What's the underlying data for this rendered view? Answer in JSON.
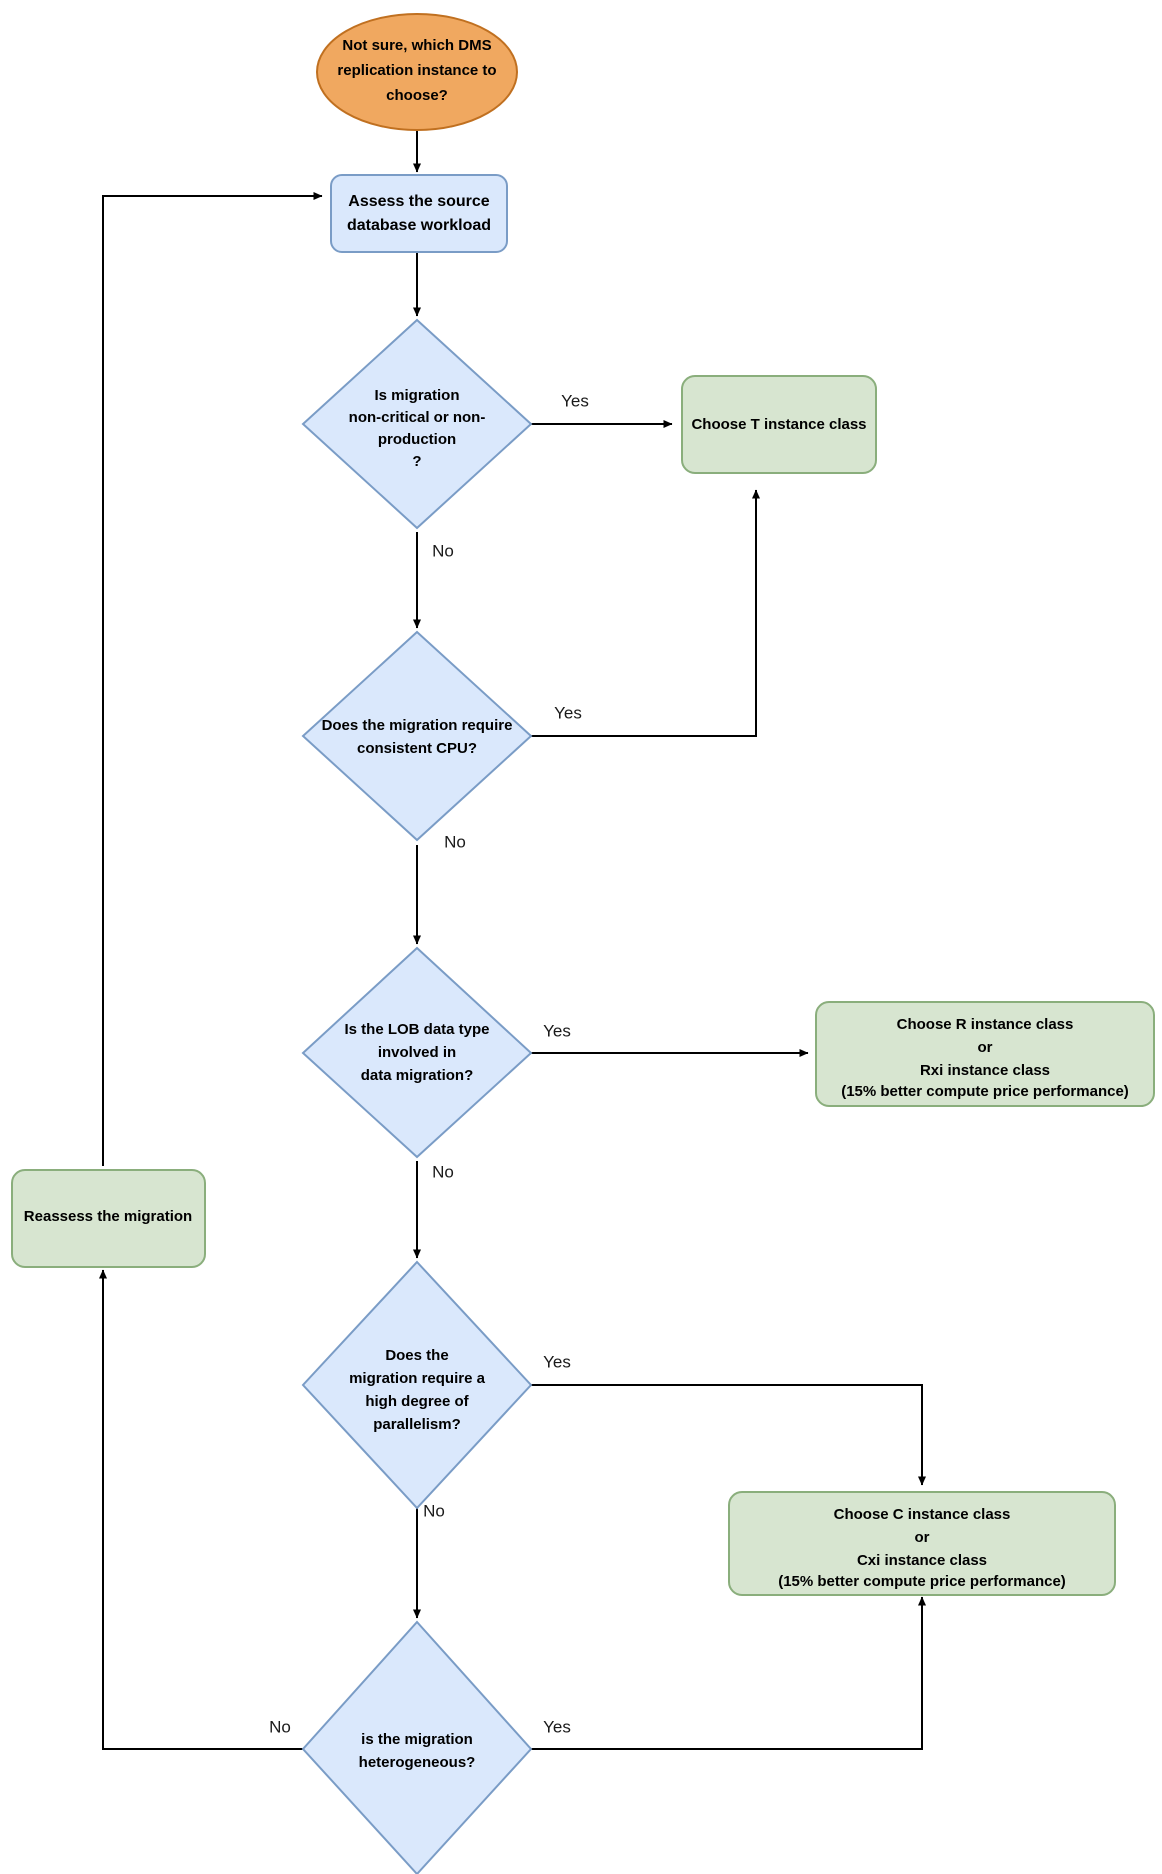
{
  "diagram": {
    "title": "DMS replication instance selection flowchart",
    "colors": {
      "start_fill": "#F0A860",
      "start_stroke": "#C07020",
      "decision_fill": "#DAE8FC",
      "decision_stroke": "#7A9CC6",
      "process_fill": "#DAE8FC",
      "process_stroke": "#7A9CC6",
      "result_fill": "#D7E5D0",
      "result_stroke": "#8AAE7C",
      "edge": "#000000",
      "background": "#FFFFFF"
    },
    "nodes": [
      {
        "id": "start",
        "type": "ellipse",
        "lines": [
          "Not sure, which DMS",
          "replication instance to",
          "choose?"
        ]
      },
      {
        "id": "assess",
        "type": "process",
        "lines": [
          "Assess the source",
          "database workload"
        ]
      },
      {
        "id": "noncritical",
        "type": "decision",
        "lines": [
          "Is migration",
          "non-critical or non-",
          "production",
          "?"
        ]
      },
      {
        "id": "choose-t",
        "type": "result",
        "lines": [
          "Choose T instance class"
        ]
      },
      {
        "id": "consistent-cpu",
        "type": "decision",
        "lines": [
          "Does the migration require",
          "consistent CPU?"
        ]
      },
      {
        "id": "lob",
        "type": "decision",
        "lines": [
          "Is the LOB data type",
          "involved in",
          "data migration?"
        ]
      },
      {
        "id": "choose-r",
        "type": "result",
        "lines": [
          "Choose R instance class",
          "or",
          "Rxi instance class",
          "(15% better compute price performance)"
        ]
      },
      {
        "id": "parallelism",
        "type": "decision",
        "lines": [
          "Does the",
          "migration require a",
          "high degree of",
          "parallelism?"
        ]
      },
      {
        "id": "choose-c",
        "type": "result",
        "lines": [
          "Choose C instance class",
          "or",
          "Cxi instance class",
          "(15% better compute price performance)"
        ]
      },
      {
        "id": "heterogeneous",
        "type": "decision",
        "lines": [
          "is the migration",
          "heterogeneous?"
        ]
      },
      {
        "id": "reassess",
        "type": "result",
        "lines": [
          "Reassess the migration"
        ]
      }
    ],
    "edges": [
      {
        "id": "e-start-assess",
        "from": "start",
        "to": "assess",
        "label": ""
      },
      {
        "id": "e-assess-noncritical",
        "from": "assess",
        "to": "noncritical",
        "label": ""
      },
      {
        "id": "e-noncritical-yes",
        "from": "noncritical",
        "to": "choose-t",
        "label": "Yes"
      },
      {
        "id": "e-noncritical-no",
        "from": "noncritical",
        "to": "consistent-cpu",
        "label": "No"
      },
      {
        "id": "e-cpu-yes",
        "from": "consistent-cpu",
        "to": "choose-t",
        "label": "Yes"
      },
      {
        "id": "e-cpu-no",
        "from": "consistent-cpu",
        "to": "lob",
        "label": "No"
      },
      {
        "id": "e-lob-yes",
        "from": "lob",
        "to": "choose-r",
        "label": "Yes"
      },
      {
        "id": "e-lob-no",
        "from": "lob",
        "to": "parallelism",
        "label": "No"
      },
      {
        "id": "e-par-yes",
        "from": "parallelism",
        "to": "choose-c",
        "label": "Yes"
      },
      {
        "id": "e-par-no",
        "from": "parallelism",
        "to": "heterogeneous",
        "label": "No"
      },
      {
        "id": "e-het-yes",
        "from": "heterogeneous",
        "to": "choose-c",
        "label": "Yes"
      },
      {
        "id": "e-het-no",
        "from": "heterogeneous",
        "to": "reassess",
        "label": "No"
      },
      {
        "id": "e-reassess-assess",
        "from": "reassess",
        "to": "assess",
        "label": ""
      }
    ],
    "labels": {
      "yes": "Yes",
      "no": "No"
    }
  }
}
